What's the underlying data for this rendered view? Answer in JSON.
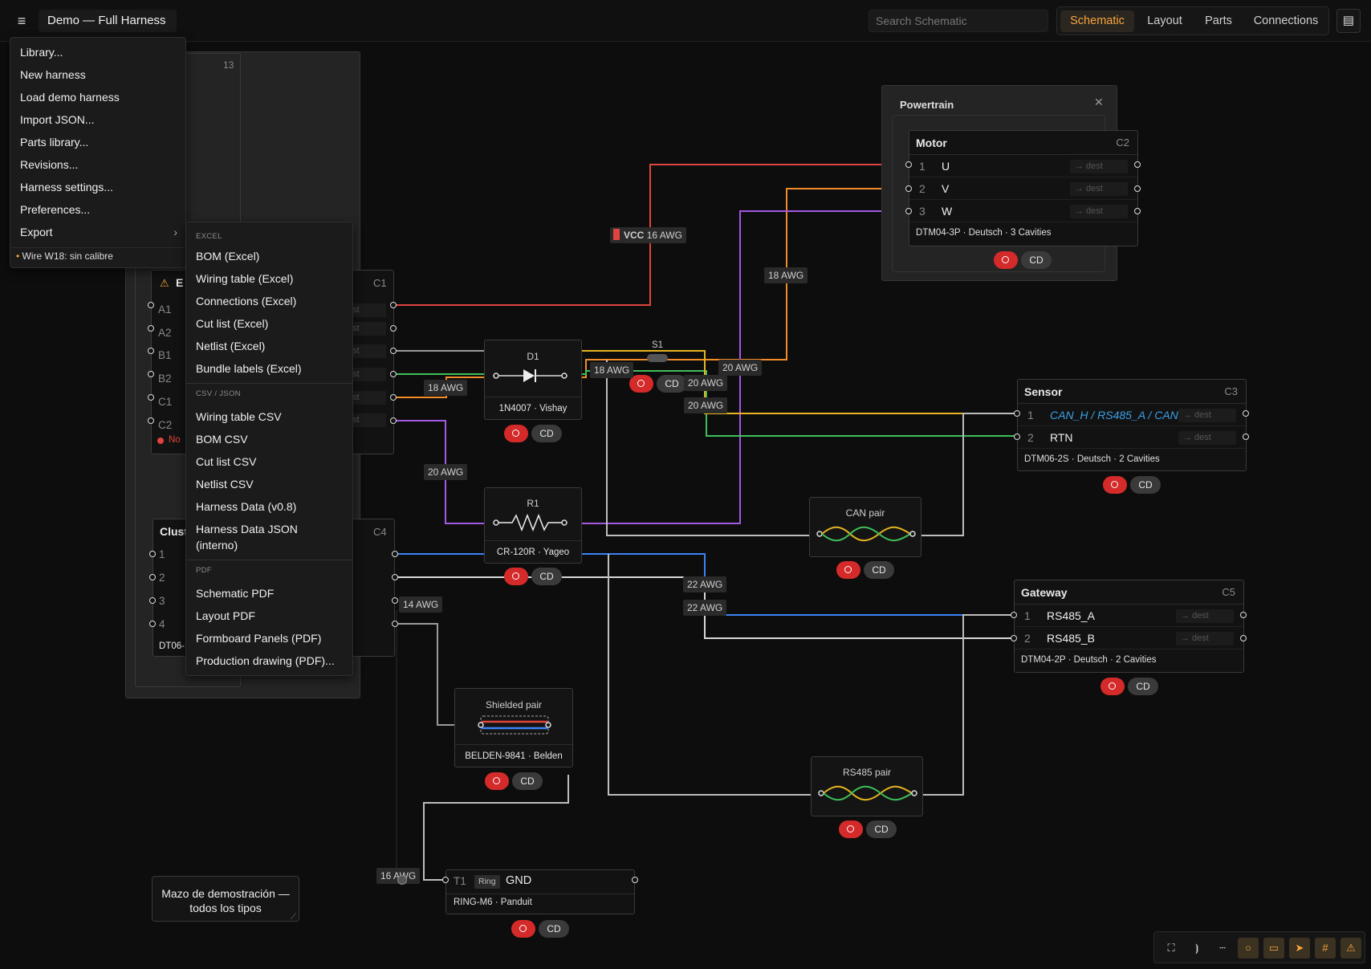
{
  "app": {
    "title": "Demo — Full Harness",
    "search_placeholder": "Search Schematic",
    "tabs": [
      "Schematic",
      "Layout",
      "Parts",
      "Connections"
    ],
    "active_tab": "Schematic",
    "accent_color": "#f7a53c"
  },
  "menu": {
    "items": [
      "Library...",
      "New harness",
      "Load demo harness",
      "Import JSON...",
      "Parts library...",
      "Revisions...",
      "Harness settings...",
      "Preferences...",
      "Export"
    ],
    "export_chevron": "›",
    "warning": "Wire W18: sin calibre"
  },
  "export_menu": {
    "excel_title": "EXCEL",
    "excel": [
      "BOM (Excel)",
      "Wiring table (Excel)",
      "Connections (Excel)",
      "Cut list (Excel)",
      "Netlist (Excel)",
      "Bundle labels (Excel)"
    ],
    "csv_title": "CSV / JSON",
    "csv": [
      "Wiring table CSV",
      "BOM CSV",
      "Cut list CSV",
      "Netlist CSV",
      "Harness Data (v0.8)",
      "Harness Data JSON (interno)"
    ],
    "pdf_title": "PDF",
    "pdf": [
      "Schematic PDF",
      "Layout PDF",
      "Formboard Panels (PDF)",
      "Production drawing (PDF)..."
    ]
  },
  "partial_panels": {
    "group_count": "13",
    "c1_name": "E",
    "c1_id": "C1",
    "c1_pins": [
      "A1",
      "A2",
      "B1",
      "B2",
      "C1",
      "C2"
    ],
    "c1_status": "No",
    "c1_pin_hint": "st",
    "c4_name": "Clust",
    "c4_id": "C4",
    "c4_pins": [
      "1",
      "2",
      "3",
      "4"
    ],
    "c4_foot": "DT06-"
  },
  "groups": {
    "powertrain": "Powertrain"
  },
  "connectors": {
    "motor": {
      "name": "Motor",
      "id": "C2",
      "pins": [
        {
          "n": "1",
          "label": "U"
        },
        {
          "n": "2",
          "label": "V"
        },
        {
          "n": "3",
          "label": "W"
        }
      ],
      "foot": "DTM04-3P · Deutsch · 3 Cavities"
    },
    "sensor": {
      "name": "Sensor",
      "id": "C3",
      "pins": [
        {
          "n": "1",
          "label": "CAN_H / RS485_A / CAN"
        },
        {
          "n": "2",
          "label": "RTN"
        }
      ],
      "foot": "DTM06-2S · Deutsch · 2 Cavities"
    },
    "gateway": {
      "name": "Gateway",
      "id": "C5",
      "pins": [
        {
          "n": "1",
          "label": "RS485_A"
        },
        {
          "n": "2",
          "label": "RS485_B"
        }
      ],
      "foot": "DTM04-2P · Deutsch · 2 Cavities"
    }
  },
  "dest_placeholder": "→ dest",
  "badge_cd": "CD",
  "components": {
    "d1": {
      "title": "D1",
      "foot": "1N4007 · Vishay"
    },
    "r1": {
      "title": "R1",
      "foot": "CR-120R · Yageo"
    },
    "can_pair": {
      "title": "CAN pair"
    },
    "rs485_pair": {
      "title": "RS485 pair"
    },
    "shielded": {
      "title": "Shielded pair",
      "foot": "BELDEN-9841 · Belden"
    },
    "terminal": {
      "id": "T1",
      "kind": "Ring",
      "label": "GND",
      "foot": "RING-M6 · Panduit"
    },
    "splice": {
      "title": "S1"
    }
  },
  "wire_labels": {
    "vcc_name": "VCC",
    "vcc_gauge": "16 AWG",
    "l1": "18 AWG",
    "l2": "18 AWG",
    "l3": "18 AWG",
    "l4": "20 AWG",
    "l5": "20 AWG",
    "l6": "20 AWG",
    "l7": "20 AWG",
    "l8": "22 AWG",
    "l9": "22 AWG",
    "l10": "14 AWG",
    "l11": "16 AWG"
  },
  "wire_colors": {
    "red": "#e0443e",
    "orange": "#f28c28",
    "purple": "#a35ae0",
    "green": "#3fbf5a",
    "yellow": "#e6b422",
    "blue": "#3b82f6",
    "white": "#d8d8d8",
    "gray": "#9a9a9a"
  },
  "note": "Mazo de demostración — todos los tipos",
  "toolbar": [
    "⛶",
    "⦘",
    "┄",
    "○",
    "▭",
    "➤",
    "#",
    "⚠"
  ]
}
